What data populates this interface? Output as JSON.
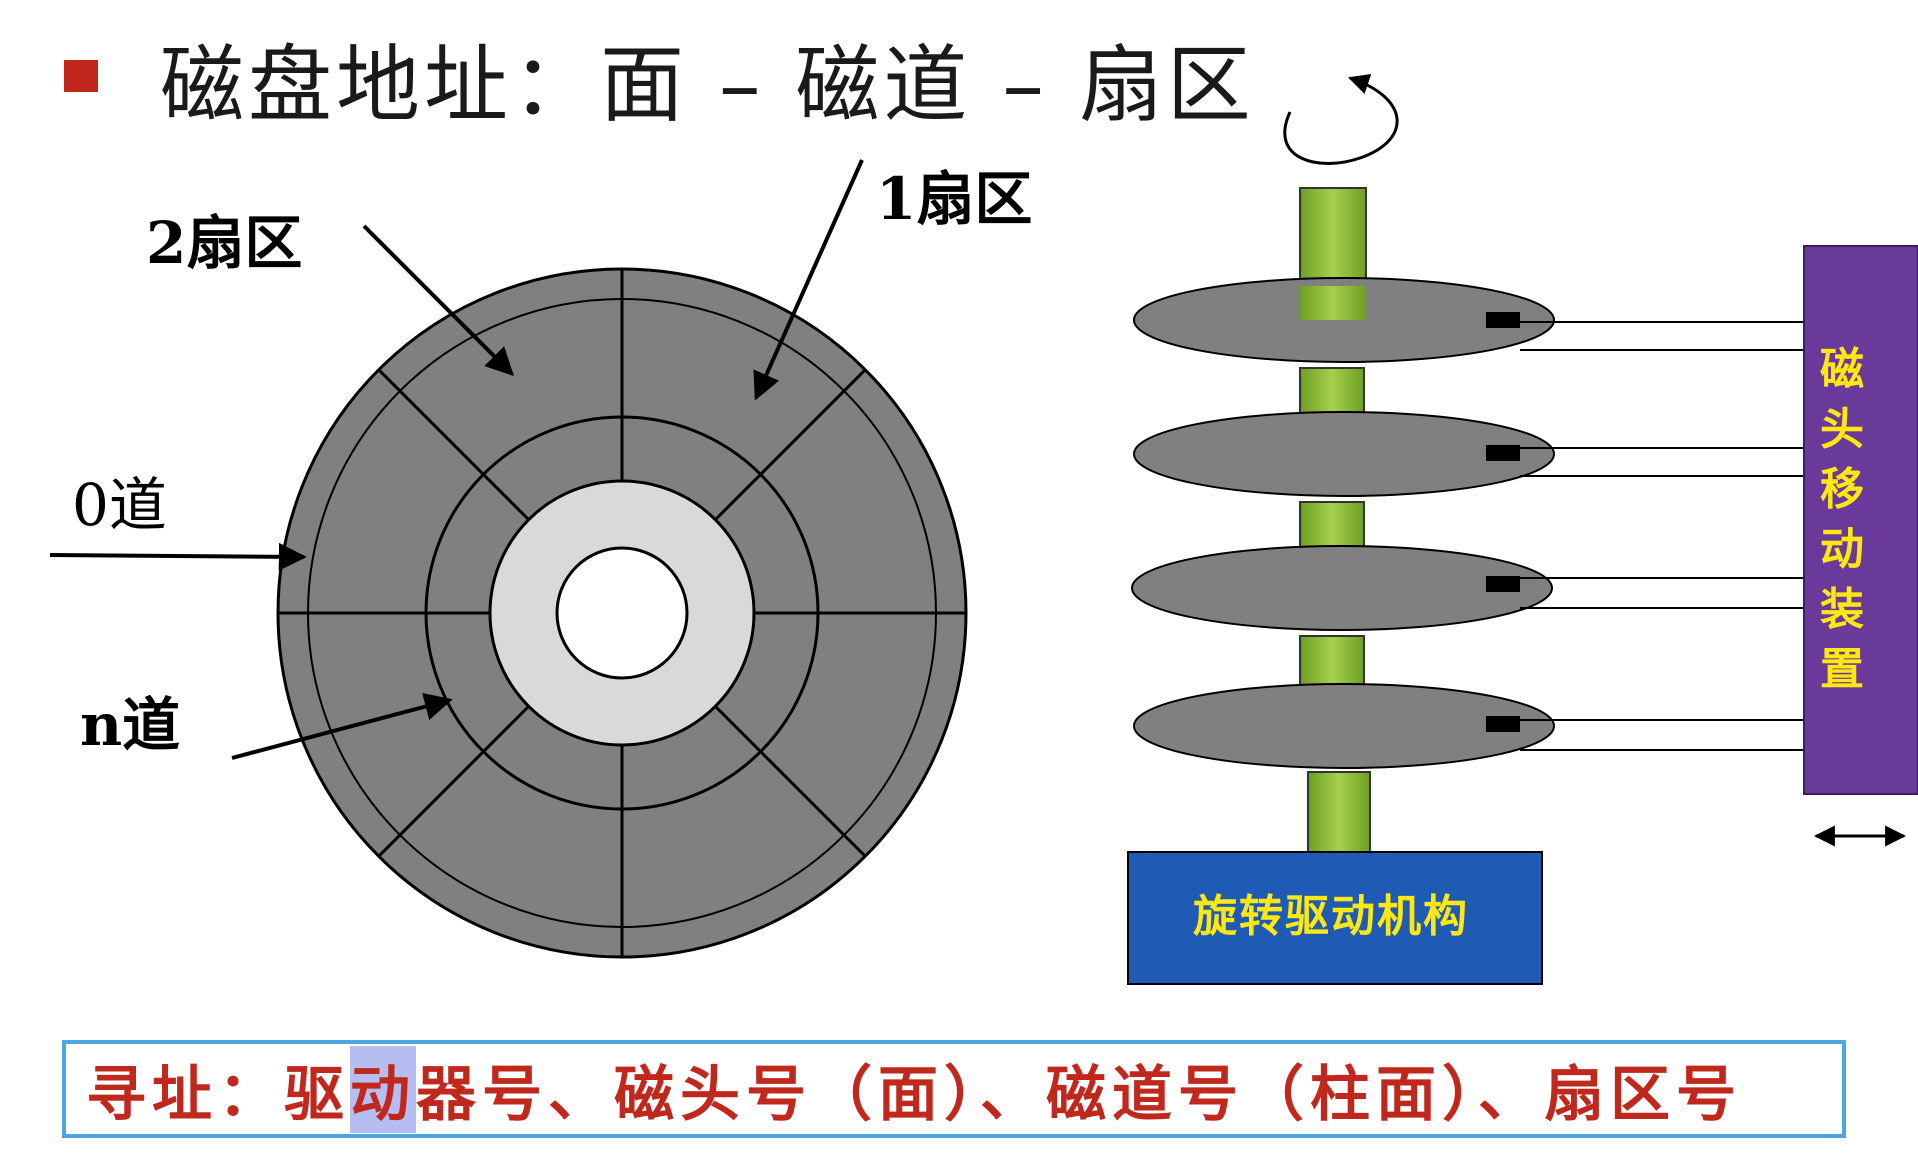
{
  "title": "磁盘地址：面 – 磁道 – 扇区",
  "platter_labels": {
    "sector2": "2扇区",
    "sector1": "1扇区",
    "track0": "0道",
    "trackn": "n道"
  },
  "head_mover_chars": [
    "磁",
    "头",
    "移",
    "动",
    "装",
    "置"
  ],
  "drive_label": "旋转驱动机构",
  "addressing": {
    "before": "寻址：驱",
    "highlight": "动",
    "after": "器号、磁头号（面）、磁道号（柱面）、扇区号"
  },
  "colors": {
    "bullet": "#c0281e",
    "platter_gray": "#808080",
    "hub_gray": "#d9d9d9",
    "spindle_green": "#8cc63f",
    "head_mover_purple": "#6a3a9a",
    "drive_blue": "#1f5bb5",
    "yellow_text": "#ffe812",
    "address_text": "#c0281e",
    "address_border": "#4fa6de"
  }
}
